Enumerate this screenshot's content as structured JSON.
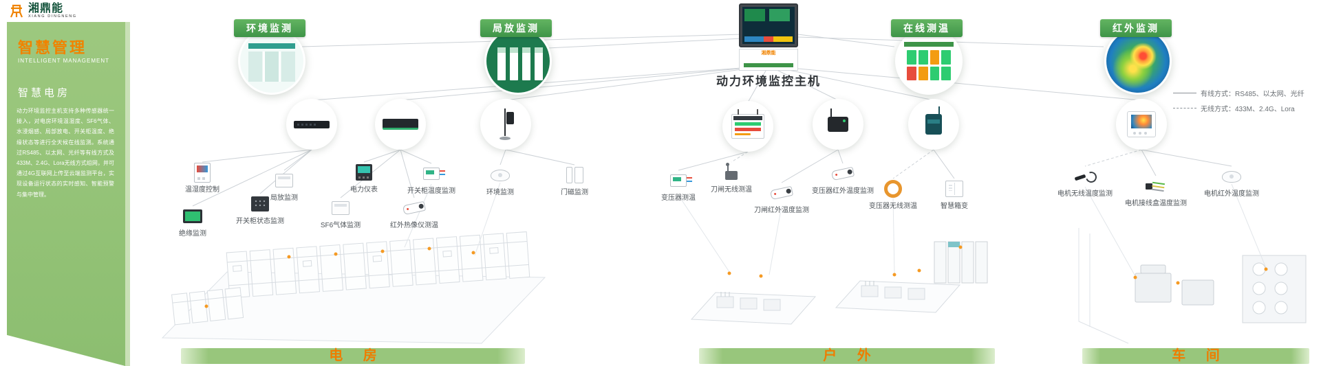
{
  "brand": {
    "name": "湘鼎能",
    "name_en": "XIANG DINGNENG"
  },
  "sidebar": {
    "title": "智慧管理",
    "title_en": "INTELLIGENT MANAGEMENT",
    "section_title": "智慧电房",
    "description": "动力环境监控主机支持多种传感器统一接入，对电房环境温湿度、SF6气体、水浸烟感、局部放电、开关柜温度、绝缘状态等进行全天候在线监测。系统通过RS485、以太网、光纤等有线方式及433M、2.4G、Lora无线方式组网，并可通过4G互联网上传至云端监测平台，实现设备运行状态的实时感知、智能预警与集中管理。"
  },
  "host": {
    "label": "动力环境监控主机"
  },
  "legend": {
    "wired": "有线方式：RS485、以太网、光纤",
    "wireless": "无线方式：433M、2.4G、Lora"
  },
  "top_nodes": [
    {
      "label": "环境监测"
    },
    {
      "label": "局放监测"
    },
    {
      "label": "在线测温"
    },
    {
      "label": "红外监测"
    }
  ],
  "zones": [
    {
      "label": "电 房",
      "devices": [
        "温湿度控制",
        "绝缘监测",
        "开关柜状态监测",
        "局放监测",
        "SF6气体监测",
        "电力仪表",
        "红外热像仪测温",
        "开关柜温度监测",
        "环境监测",
        "门磁监测"
      ]
    },
    {
      "label": "户 外",
      "devices": [
        "变压器测温",
        "刀闸无线测温",
        "刀闸红外温度监测",
        "变压器红外温度监测",
        "变压器无线测温",
        "智慧箱变"
      ]
    },
    {
      "label": "车 间",
      "devices": [
        "电机无线温度监测",
        "电机接线盒温度监测",
        "电机红外温度监测"
      ]
    }
  ],
  "colors": {
    "accent_orange": "#f08300",
    "brand_green": "#3e9448",
    "sidebar_green": "#94c279",
    "dot_orange": "#f59a23"
  }
}
